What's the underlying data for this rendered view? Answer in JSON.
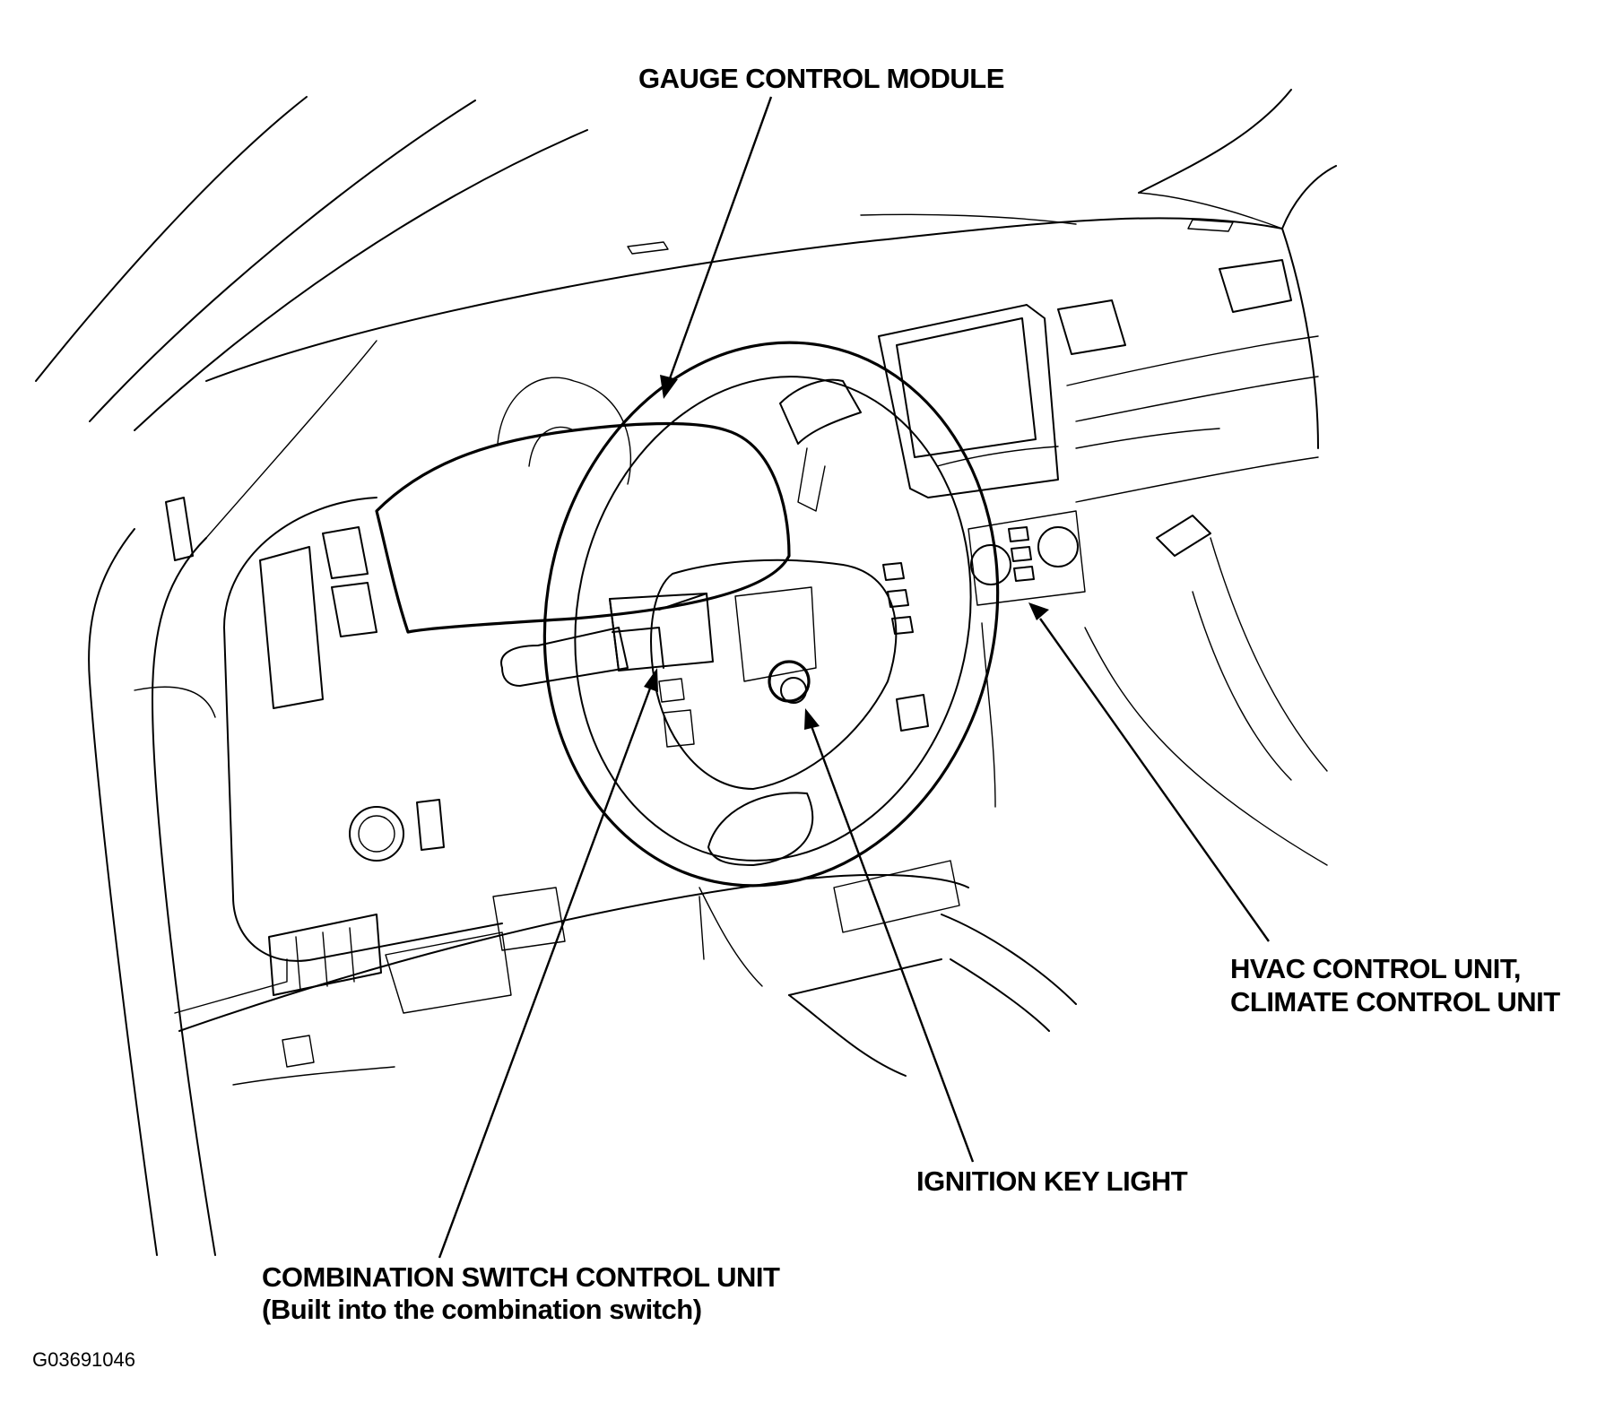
{
  "labels": {
    "gauge_control_module": "GAUGE CONTROL MODULE",
    "hvac_line1": "HVAC CONTROL UNIT,",
    "hvac_line2": "CLIMATE CONTROL UNIT",
    "ignition_key_light": "IGNITION KEY LIGHT",
    "combination_line1": "COMBINATION SWITCH CONTROL UNIT",
    "combination_line2": "(Built into the combination switch)",
    "figure_id": "G03691046"
  },
  "colors": {
    "line": "#000000",
    "background": "#ffffff"
  }
}
